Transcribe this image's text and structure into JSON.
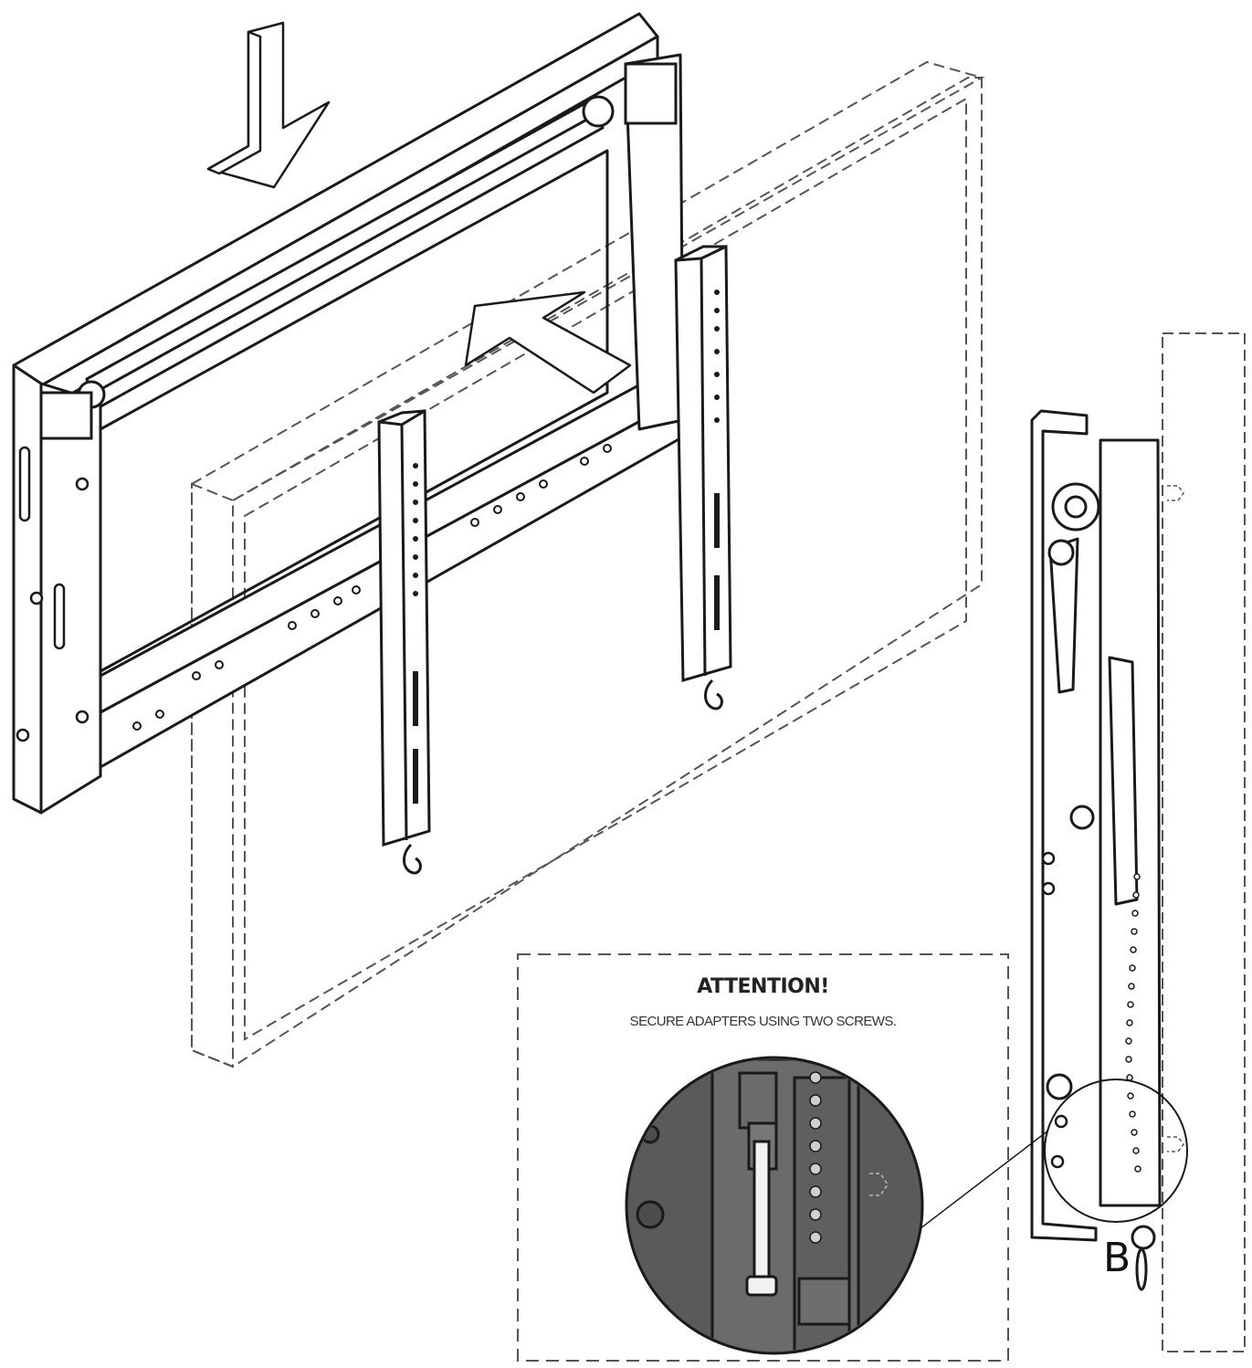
{
  "notice": {
    "title": "ATTENTION!",
    "text": "SECURE ADAPTERS USING TWO SCREWS."
  },
  "callout": {
    "letter": "B"
  },
  "icons": {
    "down_arrow": "down-arrow-icon",
    "up_arrow": "up-arrow-icon"
  },
  "colors": {
    "line": "#1a1a1a",
    "dashed": "#555555",
    "detail_fill": "#5a5a5a"
  }
}
